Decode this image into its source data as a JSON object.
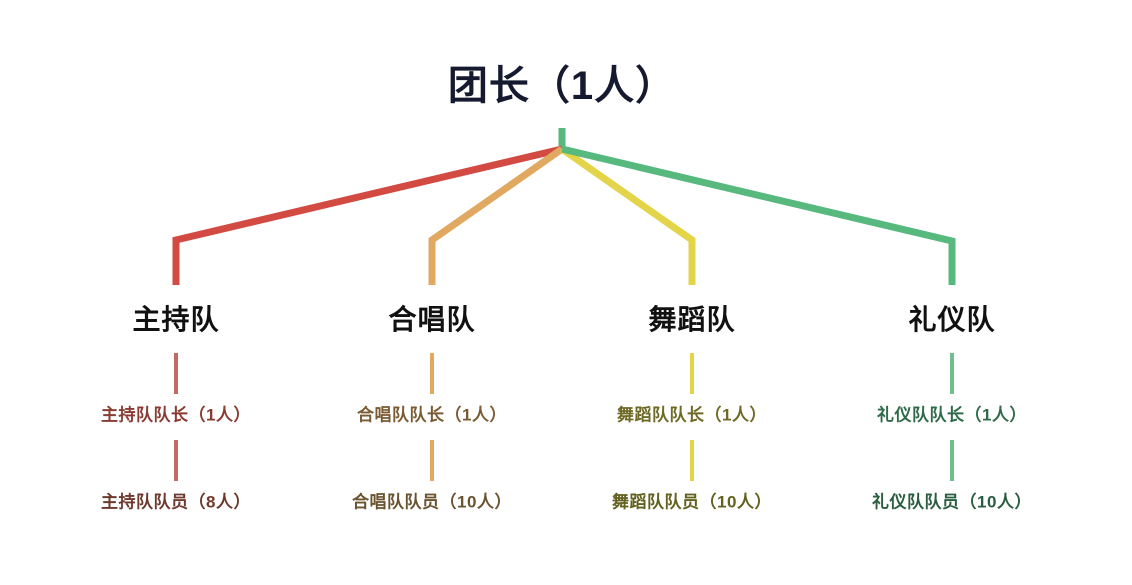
{
  "chart": {
    "type": "org-chart",
    "title": "团长（1人）",
    "root": {
      "label": "团长（1人）",
      "role": "团长",
      "count": 1,
      "color": "#151A30"
    },
    "branches": [
      {
        "name": "主持队",
        "color": "#D24A42",
        "text_color": "#8A3B32",
        "leader": {
          "label": "主持队队长（1人）",
          "role": "主持队队长",
          "count": 1
        },
        "members": {
          "label": "主持队队员（8人）",
          "role": "主持队队员",
          "count": 8
        }
      },
      {
        "name": "合唱队",
        "color": "#E0A860",
        "text_color": "#7A5B33",
        "leader": {
          "label": "合唱队队长（1人）",
          "role": "合唱队队长",
          "count": 1
        },
        "members": {
          "label": "合唱队队员（10人）",
          "role": "合唱队队员",
          "count": 10
        }
      },
      {
        "name": "舞蹈队",
        "color": "#E3D44A",
        "text_color": "#6E6A25",
        "leader": {
          "label": "舞蹈队队长（1人）",
          "role": "舞蹈队队长",
          "count": 1
        },
        "members": {
          "label": "舞蹈队队员（10人）",
          "role": "舞蹈队队员",
          "count": 10
        }
      },
      {
        "name": "礼仪队",
        "color": "#57B97E",
        "text_color": "#2F6B49",
        "leader": {
          "label": "礼仪队队长（1人）",
          "role": "礼仪队队长",
          "count": 1
        },
        "members": {
          "label": "礼仪队队员（10人）",
          "role": "礼仪队队员",
          "count": 10
        }
      }
    ],
    "background": "#FFFFFF"
  }
}
